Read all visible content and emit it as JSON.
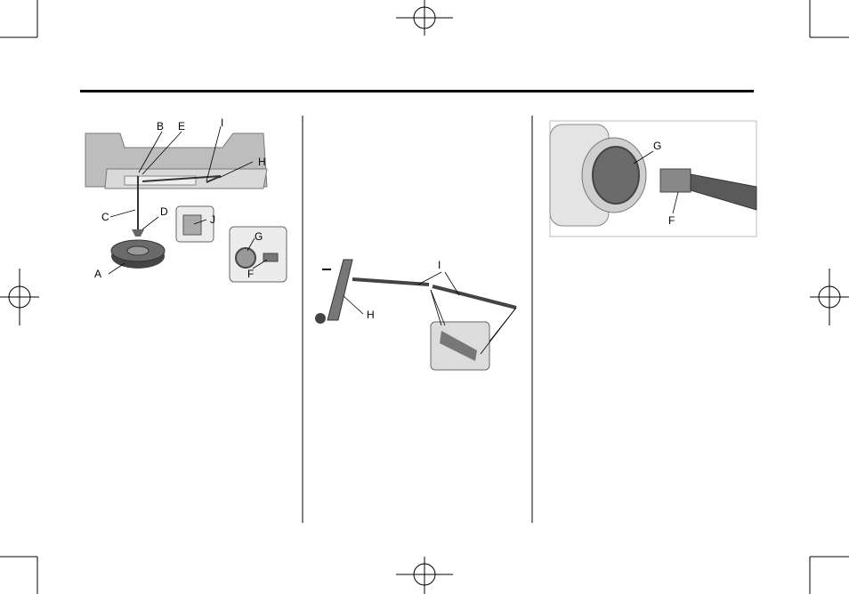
{
  "panel_left": {
    "callouts": [
      "A",
      "B",
      "C",
      "D",
      "E",
      "F",
      "G",
      "H",
      "I",
      "J"
    ]
  },
  "panel_middle": {
    "callouts": [
      "H",
      "I"
    ]
  },
  "panel_right": {
    "callouts": [
      "F",
      "G"
    ]
  },
  "colors": {
    "rule": "#000000",
    "illustration_gray": "#9a9a9a",
    "inset_bg": "#e6e6e6"
  }
}
